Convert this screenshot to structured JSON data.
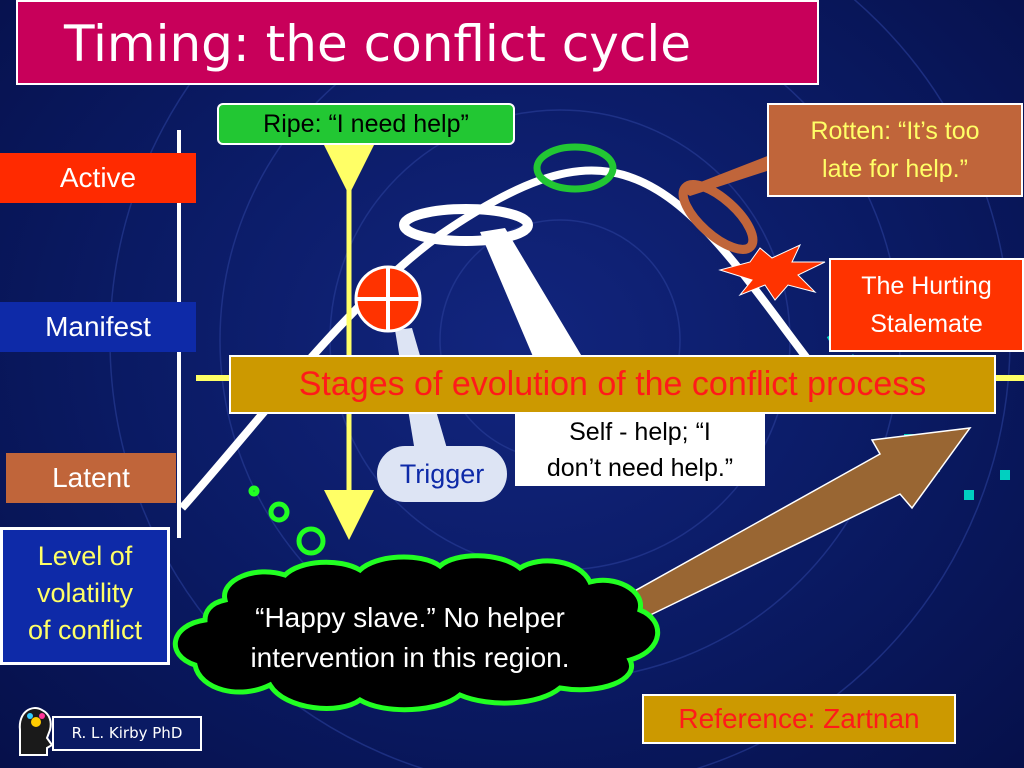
{
  "title": "Timing: the conflict cycle",
  "levels": {
    "active": "Active",
    "manifest": "Manifest",
    "latent": "Latent"
  },
  "volatility": {
    "line1": "Level of",
    "line2": "volatility",
    "line3": "of conflict"
  },
  "callouts": {
    "ripe": "Ripe: “I need help”",
    "rotten_line1": "Rotten: “It’s too",
    "rotten_line2": "late for help.”",
    "hurting_line1": "The Hurting",
    "hurting_line2": "Stalemate",
    "stages": "Stages of evolution of the conflict process",
    "selfhelp_line1": "Self - help; “I",
    "selfhelp_line2": "don’t need help.”",
    "trigger": "Trigger",
    "happy_line1": "“Happy slave.” No helper",
    "happy_line2": "intervention in this region."
  },
  "reference": "Reference: Zartnan",
  "author": "R. L. Kirby PhD",
  "colors": {
    "title_bg": "#c8005a",
    "background": "#0a1a63",
    "curve": "#ffffff",
    "arrow_yellow": "#ffff66",
    "ripe_green": "#22c733",
    "rotten_brown": "#c0653a",
    "hurting_red": "#ff3300",
    "stages_gold": "#cc9900",
    "teal": "#00d0c0"
  },
  "icons": [
    "crosshair-icon",
    "burst-icon",
    "head-logo-icon"
  ]
}
